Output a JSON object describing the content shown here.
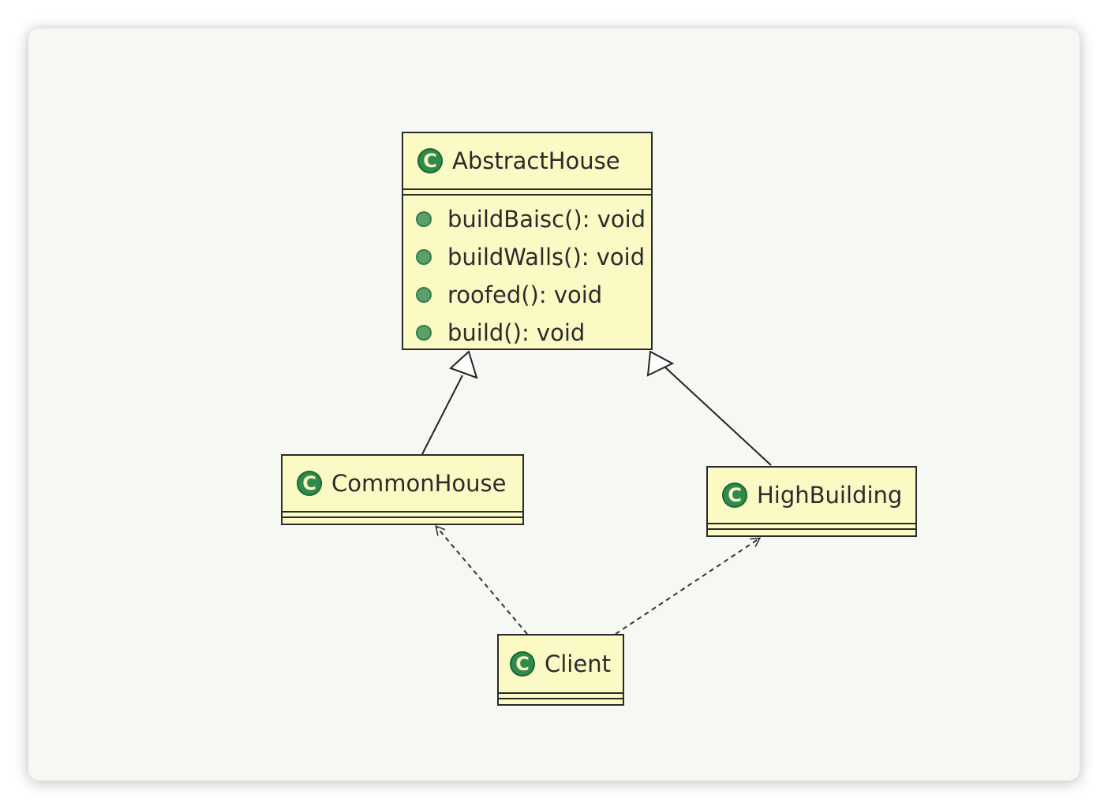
{
  "diagram": {
    "classes": {
      "abstract_house": {
        "icon": "class-icon",
        "icon_glyph": "C",
        "name": "AbstractHouse",
        "methods": [
          "buildBaisc(): void",
          "buildWalls(): void",
          "roofed(): void",
          "build(): void"
        ]
      },
      "common_house": {
        "icon": "class-icon",
        "icon_glyph": "C",
        "name": "CommonHouse"
      },
      "high_building": {
        "icon": "class-icon",
        "icon_glyph": "C",
        "name": "HighBuilding"
      },
      "client": {
        "icon": "class-icon",
        "icon_glyph": "C",
        "name": "Client"
      }
    },
    "relations": [
      {
        "type": "generalization",
        "from": "CommonHouse",
        "to": "AbstractHouse"
      },
      {
        "type": "generalization",
        "from": "HighBuilding",
        "to": "AbstractHouse"
      },
      {
        "type": "dependency",
        "from": "Client",
        "to": "CommonHouse"
      },
      {
        "type": "dependency",
        "from": "Client",
        "to": "HighBuilding"
      }
    ],
    "colors": {
      "class_fill": "#fbfac4",
      "class_border": "#2a2a2a",
      "icon_green": "#2f8a4c",
      "background": "#f6f8f4"
    }
  }
}
